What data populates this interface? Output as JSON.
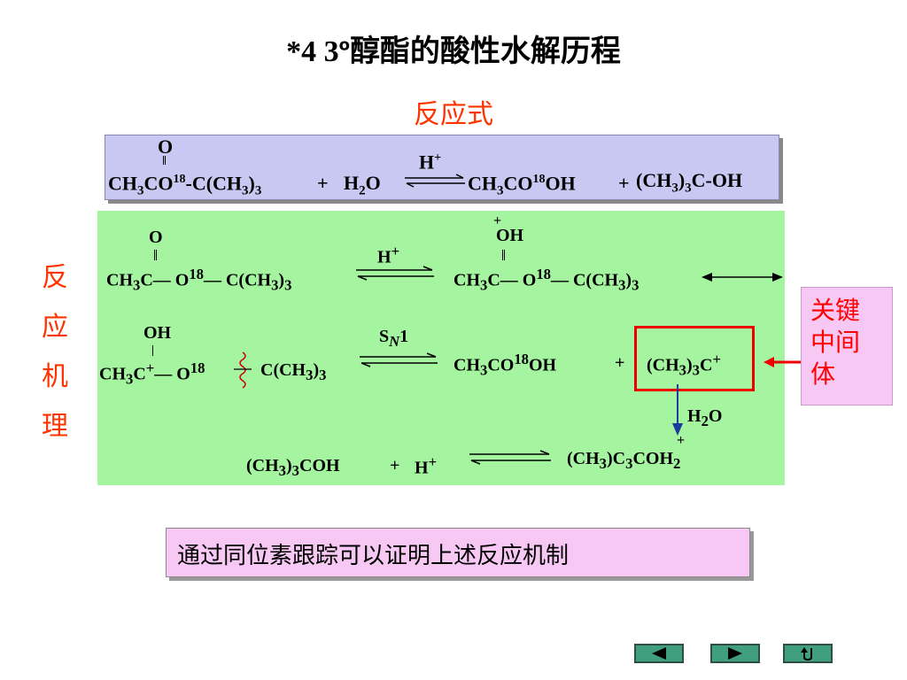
{
  "title": {
    "prefix": "*4  3",
    "sup": "o",
    "text": "醇酯的酸性水解历程"
  },
  "subtitle": "反应式",
  "side_label": [
    "反",
    "应",
    "机",
    "理"
  ],
  "key_intermediate": [
    "关键",
    "中间",
    "体"
  ],
  "note": "通过同位素跟踪可以证明上述反应机制",
  "equation": {
    "carbonyl_o": "O",
    "reactant": "CH3CO18-C(CH3)3",
    "plus1": "+",
    "water": "H2O",
    "catalyst": "H+",
    "product1": "CH3CO18OH",
    "plus2": "+",
    "product2": "(CH3)3C-OH"
  },
  "mechanism": {
    "step1_reactant": "CH3C—O18—C(CH3)3",
    "step1_o": "O",
    "step1_catalyst": "H+",
    "step1_product": "CH3C—O18—C(CH3)3",
    "step1_product_oh": "OH",
    "step1_product_plus": "+",
    "step2_reactant": "CH3C+—O18",
    "step2_reactant_tail": "C(CH3)3",
    "step2_oh": "OH",
    "step2_label": "SN1",
    "step2_product1": "CH3CO18OH",
    "step2_plus": "+",
    "step2_product2": "(CH3)3C+",
    "step3_reagent": "H2O",
    "step3_intermediate": "(CH3)C3COH2",
    "step3_intermediate_plus": "+",
    "final_product": "(CH3)3COH",
    "final_plus": "+",
    "final_h": "H+"
  },
  "nav": [
    "prev-icon",
    "next-icon",
    "return-icon"
  ]
}
